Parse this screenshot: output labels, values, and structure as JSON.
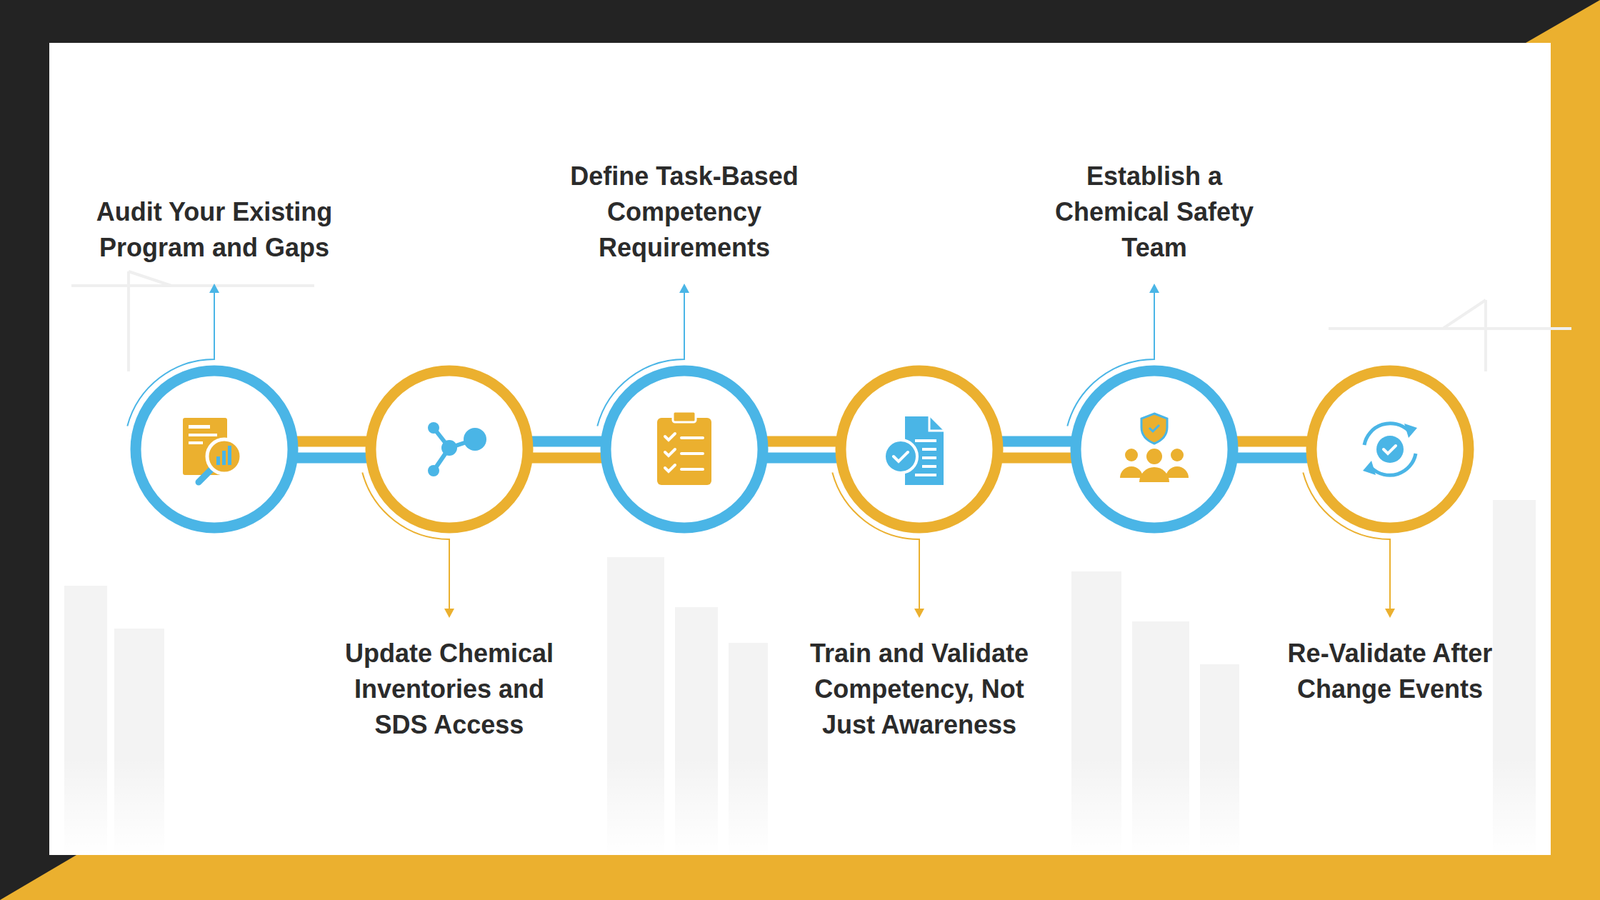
{
  "diagram": {
    "nodes": [
      {
        "text": [
          "Audit Your Existing Program and Gaps"
        ]
      },
      {
        "text": [
          "Update Chemical Inventories and SDS Access"
        ]
      },
      {
        "text": [
          "Define Task-Based Competency Requirements"
        ]
      },
      {
        "text": [
          "Train and Validate Competency, Not Just Awareness"
        ]
      },
      {
        "text": [
          "Establish a Chemical Safety Team"
        ]
      },
      {
        "text": [
          "Re-Validate After Change Events"
        ]
      }
    ],
    "edges": [
      {
        "from": 0,
        "to": 1,
        "arrow": "none"
      },
      {
        "from": 1,
        "to": 2,
        "arrow": "none"
      },
      {
        "from": 2,
        "to": 3,
        "arrow": "none"
      },
      {
        "from": 3,
        "to": 4,
        "arrow": "none"
      },
      {
        "from": 4,
        "to": 5,
        "arrow": "none"
      }
    ]
  }
}
